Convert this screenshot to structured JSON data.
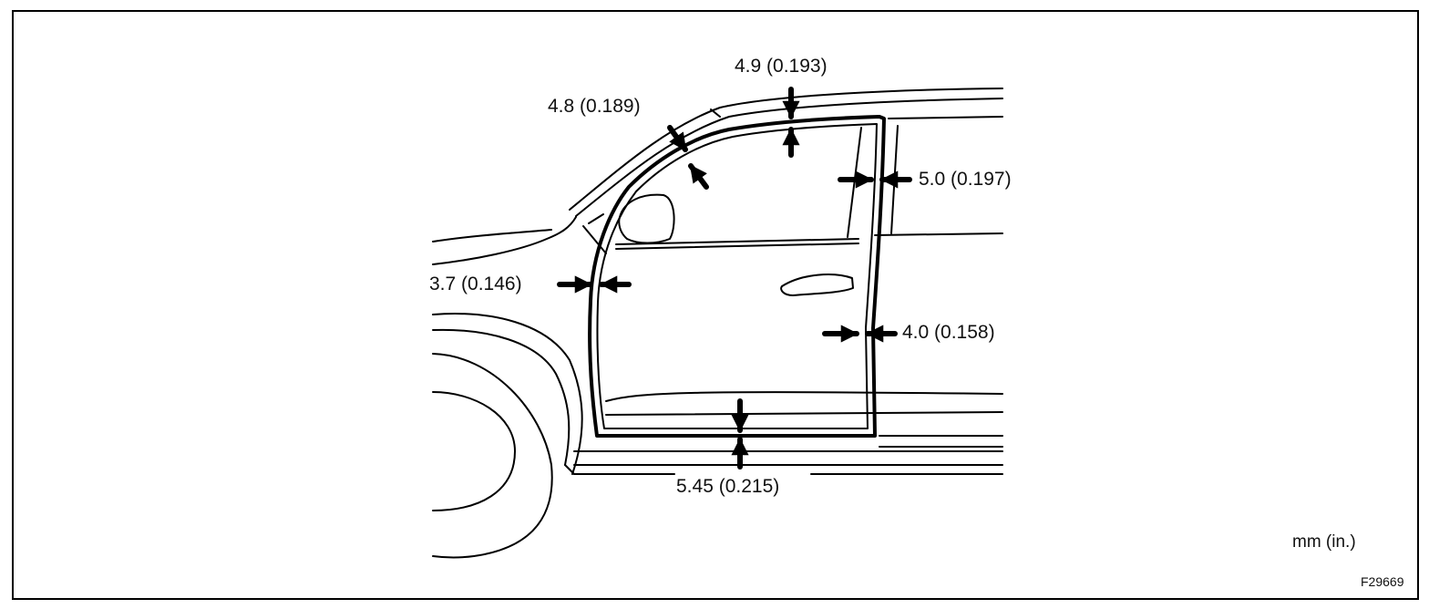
{
  "measurements": {
    "top_roof": "4.9 (0.193)",
    "front_pillar": "4.8 (0.189)",
    "rear_upper": "5.0 (0.197)",
    "front_hinge": "3.7 (0.146)",
    "rear_lower": "4.0 (0.158)",
    "bottom_sill": "5.45 (0.215)"
  },
  "units_label": "mm (in.)",
  "figure_id": "F29669"
}
